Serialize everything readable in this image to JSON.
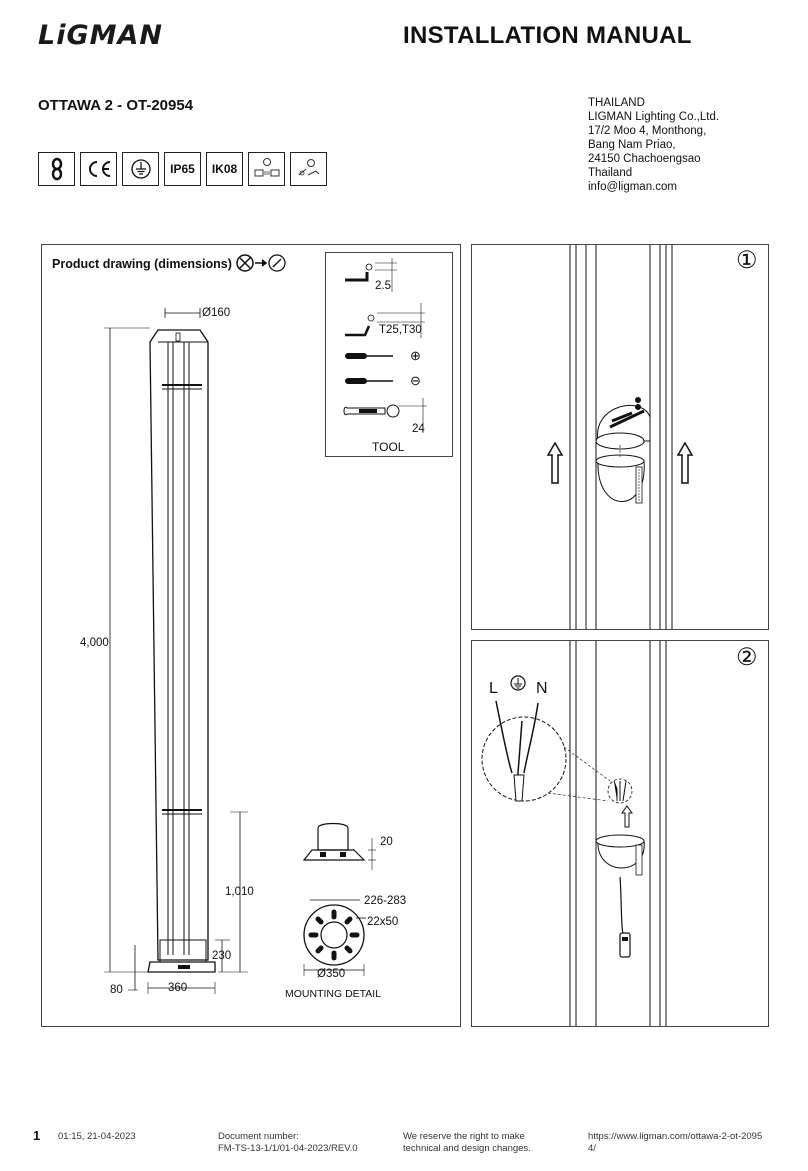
{
  "header": {
    "logo_text": "LiGMAN",
    "title": "INSTALLATION MANUAL",
    "product": "OTTAWA 2 - OT-20954"
  },
  "address": [
    "THAILAND",
    "LIGMAN Lighting Co.,Ltd.",
    "17/2 Moo 4, Monthong,",
    "Bang Nam Priao,",
    "24150 Chachoengsao",
    "Thailand",
    "info@ligman.com"
  ],
  "certifications": {
    "ip_rating": "IP65",
    "ik_rating": "IK08",
    "icon_names": [
      "chain-icon",
      "ce-mark-icon",
      "earth-class-icon",
      "ip-rating",
      "ik-rating",
      "driver-replaceable-icon",
      "light-source-replaceable-icon"
    ]
  },
  "drawing": {
    "title": "Product drawing (dimensions)",
    "diameter_top": "Ø160",
    "height_total": "4,000",
    "height_lower": "1,010",
    "height_base": "230",
    "base_offset": "80",
    "base_width": "360",
    "mounting": {
      "label": "MOUNTING DETAIL",
      "plate_thickness": "20",
      "bolt_span": "226-283",
      "slot_size": "22x50",
      "plate_diameter": "Ø350"
    }
  },
  "tools": {
    "label": "TOOL",
    "hex_key": "2.5",
    "torx": "T25,T30",
    "wrench": "24",
    "phillips_symbol": "⊕",
    "flat_symbol": "⊖"
  },
  "steps": {
    "step1_number": "①",
    "step2_number": "②",
    "wire_labels": {
      "live": "L",
      "neutral": "N"
    }
  },
  "footer": {
    "page": "1",
    "timestamp": "01:15, 21-04-2023",
    "doc_label": "Document number:",
    "doc_number": "FM-TS-13-1/1/01-04-2023/REV.0",
    "reserve_1": "We reserve the right to make",
    "reserve_2": "technical and design changes.",
    "url_1": "https://www.ligman.com/ottawa-2-ot-2095",
    "url_2": "4/"
  }
}
